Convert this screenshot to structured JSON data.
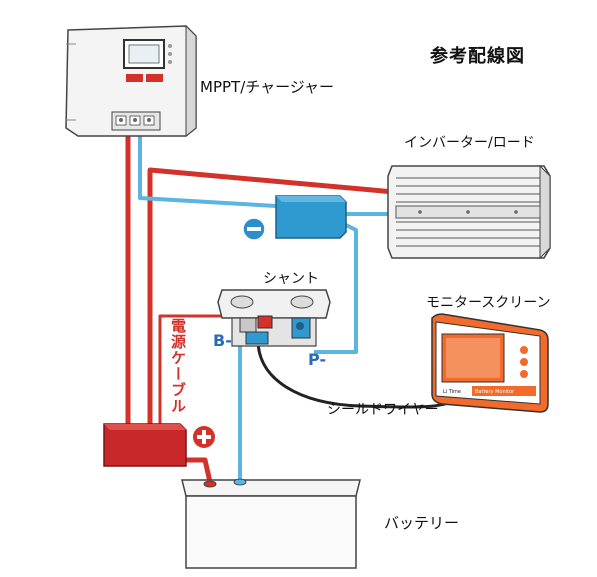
{
  "title": "参考配線図",
  "components": {
    "mppt": "MPPT/チャージャー",
    "inverter": "インバーター/ロード",
    "shunt": "シャント",
    "monitor": "モニタースクリーン",
    "shield_wire": "シールドワイヤー",
    "battery": "バッテリー",
    "power_cable": "電源ケーブル"
  },
  "terminals": {
    "b_minus": "B-",
    "p_minus": "P-"
  },
  "polarity": {
    "negative": "−",
    "positive": "+"
  },
  "monitor_screen": {
    "brand": "Li Time",
    "label": "Battery Monitor"
  },
  "colors": {
    "positive_wire": "#d2322a",
    "negative_wire": "#5cb4e0",
    "fuse": "#c8282a",
    "shunt_block": "#2e9ad0",
    "monitor_accent": "#f26b2a"
  }
}
